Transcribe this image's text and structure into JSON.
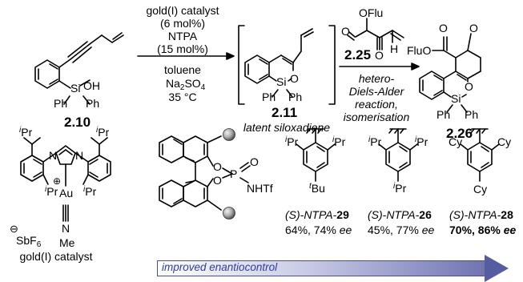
{
  "labels": {
    "c210": "2.10",
    "c211": "2.11",
    "c226": "2.26",
    "c225": "2.25",
    "ph": "Ph",
    "si": "Si",
    "oh": "OH",
    "o": "O",
    "h": "H",
    "oflu": "OFlu",
    "fluo": "FluO",
    "ipr_sup": "i",
    "ipr": "Pr",
    "au": "Au",
    "n": "N",
    "plus": "⊕",
    "minus": "⊖",
    "sbf6": "SbF",
    "six": "6",
    "me": "Me",
    "p": "P",
    "nhtf": "NHTf",
    "t_sup": "t",
    "bu": "Bu",
    "cy": "Cy"
  },
  "arrow1": {
    "line1": "gold(I) catalyst",
    "line2": "(6 mol%)",
    "line3": "NTPA",
    "line4": "(15 mol%)",
    "below1": "toluene",
    "below2": "Na",
    "below2_sub": "2",
    "below2_b": "SO",
    "below2_sub2": "4",
    "below3": "35 °C"
  },
  "latent": "latent siloxadiene",
  "arrow2": {
    "line1": "hetero-",
    "line2": "Diels-Alder",
    "line3": "reaction,",
    "line4": "isomerisation"
  },
  "gold_label": "gold(I) catalyst",
  "ntpa": [
    {
      "name": "(S)-NTPA-",
      "num": "29",
      "yield": "64%, 74% ",
      "ee": "ee"
    },
    {
      "name": "(S)-NTPA-",
      "num": "26",
      "yield": "45%, 77% ",
      "ee": "ee"
    },
    {
      "name": "(S)-NTPA-",
      "num": "28",
      "yield": "70%, 86% ",
      "ee": "ee"
    }
  ],
  "improved": "improved enantiocontrol",
  "colors": {
    "arrow_fill": "#6f73b1",
    "arrow_text": "#2c3f9c",
    "sphere": "#9a9a9a"
  }
}
